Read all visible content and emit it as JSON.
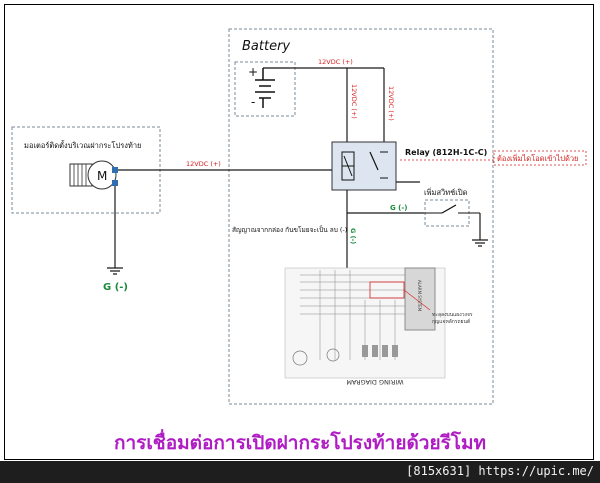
{
  "diagram": {
    "battery_label": "Battery",
    "battery_plus": "+",
    "battery_minus": "-",
    "motor_box_label": "มอเตอร์ติดตั้งบริเวณฝากระโปรงท้าย",
    "motor_letter": "M",
    "ground_left_label": "G (-)",
    "wire_motor_label": "12VDC (+)",
    "wire_top_label": "12VDC (+)",
    "wire_vert_left_label": "12VDC (+)",
    "wire_vert_right_label": "12VDC (+)",
    "relay_label": "Relay (812H-1C-C)",
    "relay_note": "ต้องเพิ่มไดโอดเข้าไปด้วย",
    "switch_label": "เพิ่มสวิทช์เปิด",
    "switch_ground_label": "G (-)",
    "signal_label": "สัญญาณจากกล่อง กันขโมยจะเป็น ลบ (-)",
    "signal_g_label": "G (-)",
    "wiring_title": "WIRING DIAGRAM",
    "wiring_note_line1": "ทะลุลงบนแผงวงจร",
    "wiring_note_line2": "กุญแจหลักรถยนต์",
    "wiring_module_text": "ALARM SYSTEM",
    "caption": "การเชื่อมต่อการเปิดฝากระโปรงท้ายด้วยรีโมท",
    "footer": "[815x631] https://upic.me/"
  },
  "colors": {
    "wire": "#1a1a1a",
    "label_red": "#d42020",
    "label_green": "#1a8a3a",
    "motor_blue": "#2f6fb0",
    "caption_purple": "#b01cc4",
    "relay_fill": "#dde6f0",
    "dashed_box": "#7a8a99"
  }
}
